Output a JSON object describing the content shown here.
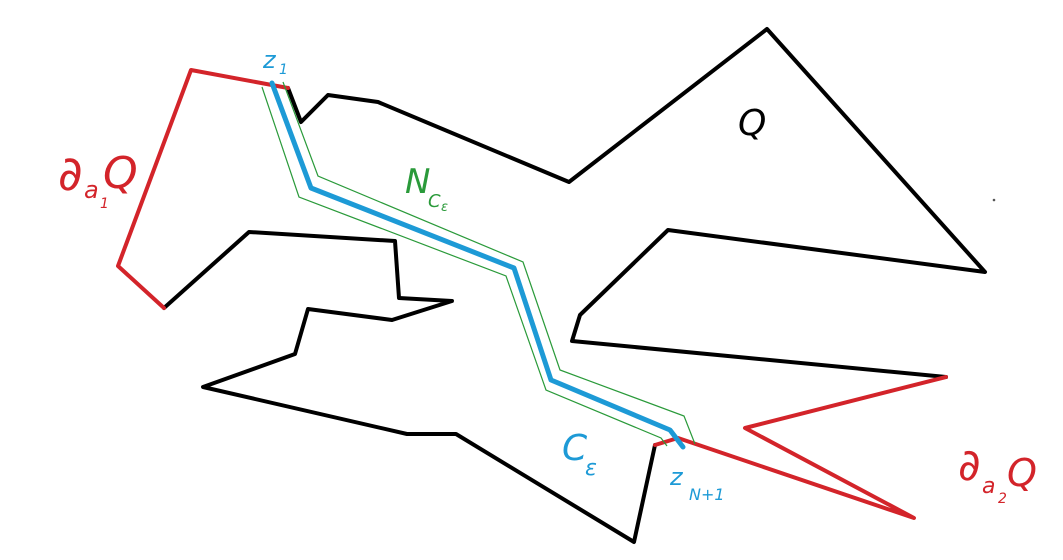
{
  "colors": {
    "polygon": "#000000",
    "boundary": "#d3242a",
    "curve": "#1d9ad6",
    "neighborhood": "#2a9a3a"
  },
  "labels": {
    "region": "Q",
    "boundary_1_main": "∂",
    "boundary_1_sub": "a",
    "boundary_1_subsub": "1",
    "boundary_1_end": "Q",
    "boundary_2_main": "∂",
    "boundary_2_sub": "a",
    "boundary_2_subsub": "2",
    "boundary_2_end": "Q",
    "start_point": "z",
    "start_point_sub": "1",
    "end_point": "z",
    "end_point_sub": "N+1",
    "curve": "C",
    "curve_sub": "ε",
    "neighborhood": "N",
    "neighborhood_sub": "C",
    "neighborhood_subsub": "ε"
  }
}
